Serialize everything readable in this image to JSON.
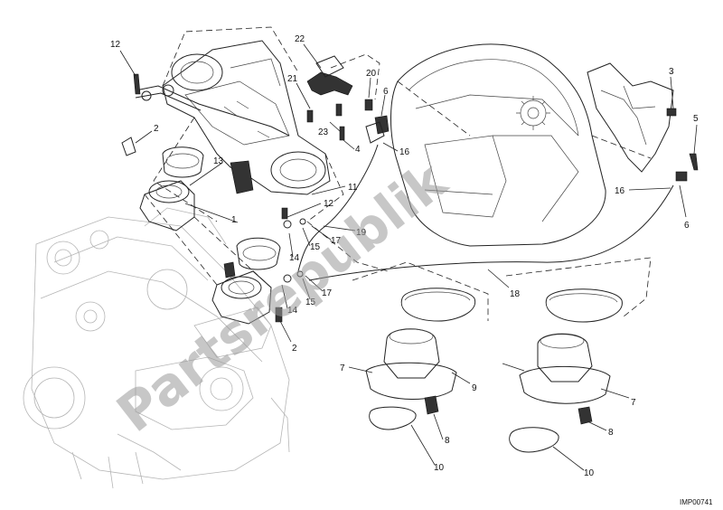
{
  "diagram": {
    "reference_code": "IMP00741",
    "watermark": "Partsrepublik",
    "callouts": [
      {
        "id": "c12a",
        "label": "12"
      },
      {
        "id": "c2a",
        "label": "2"
      },
      {
        "id": "c13",
        "label": "13"
      },
      {
        "id": "c1",
        "label": "1"
      },
      {
        "id": "c22",
        "label": "22"
      },
      {
        "id": "c21",
        "label": "21"
      },
      {
        "id": "c20",
        "label": "20"
      },
      {
        "id": "c6a",
        "label": "6"
      },
      {
        "id": "c23",
        "label": "23"
      },
      {
        "id": "c4",
        "label": "4"
      },
      {
        "id": "c16a",
        "label": "16"
      },
      {
        "id": "c11",
        "label": "11"
      },
      {
        "id": "c12b",
        "label": "12"
      },
      {
        "id": "c19",
        "label": "19"
      },
      {
        "id": "c14a",
        "label": "14"
      },
      {
        "id": "c15a",
        "label": "15"
      },
      {
        "id": "c17a",
        "label": "17"
      },
      {
        "id": "c15b",
        "label": "15"
      },
      {
        "id": "c17b",
        "label": "17"
      },
      {
        "id": "c14b",
        "label": "14"
      },
      {
        "id": "c2b",
        "label": "2"
      },
      {
        "id": "c18",
        "label": "18"
      },
      {
        "id": "c3",
        "label": "3"
      },
      {
        "id": "c5",
        "label": "5"
      },
      {
        "id": "c16b",
        "label": "16"
      },
      {
        "id": "c6b",
        "label": "6"
      },
      {
        "id": "c7a",
        "label": "7"
      },
      {
        "id": "c9",
        "label": "9"
      },
      {
        "id": "c7b",
        "label": "7"
      },
      {
        "id": "c8a",
        "label": "8"
      },
      {
        "id": "c8b",
        "label": "8"
      },
      {
        "id": "c10a",
        "label": "10"
      },
      {
        "id": "c10b",
        "label": "10"
      }
    ]
  }
}
